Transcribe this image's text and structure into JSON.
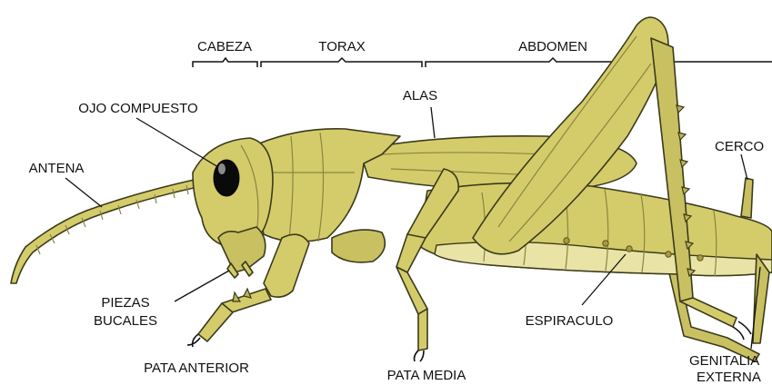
{
  "diagram": {
    "colors": {
      "body": "#d4cc6a",
      "body_dark": "#c9c062",
      "belly": "#e9e3a6",
      "outline": "#3b3a1c",
      "eye": "#0a0a0a",
      "label_text": "#111111"
    },
    "regions": {
      "head": "CABEZA",
      "thorax": "TORAX",
      "abdomen": "ABDOMEN"
    },
    "labels": {
      "compound_eye": "OJO COMPUESTO",
      "wings": "ALAS",
      "antenna": "ANTENA",
      "cercus": "CERCO",
      "mouthparts_line1": "PIEZAS",
      "mouthparts_line2": "BUCALES",
      "spiracle": "ESPIRACULO",
      "front_leg": "PATA ANTERIOR",
      "middle_leg": "PATA MEDIA",
      "genitalia_line1": "GENITALIA",
      "genitalia_line2": "EXTERNA"
    }
  }
}
